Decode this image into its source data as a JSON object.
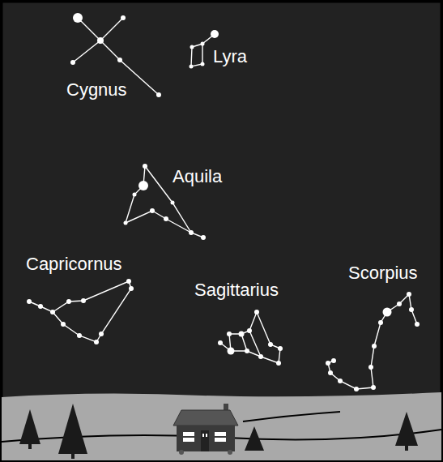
{
  "diagram": {
    "labels": [
      "Cygnus",
      "Lyra",
      "Aquila",
      "Capricornus",
      "Sagittarius",
      "Scorpius"
    ]
  }
}
